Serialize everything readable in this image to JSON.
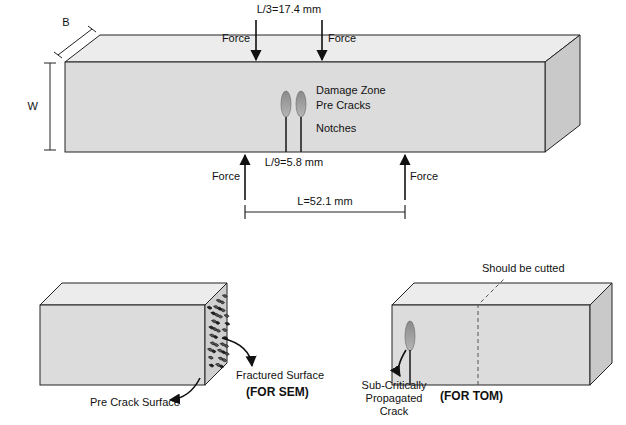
{
  "diagram": {
    "labels": [
      "L/3=17.4 mm",
      "B",
      "Force",
      "Force",
      "W",
      "Damage Zone",
      "Pre Cracks",
      "Notches",
      "L/9=5.8 mm",
      "Force",
      "Force",
      "L=52.1 mm",
      "Should be cutted",
      "Fractured Surface",
      "Pre Crack Surface",
      "(FOR SEM)",
      "Sub-Critically Propagated Crack",
      "(FOR TOM)"
    ]
  }
}
